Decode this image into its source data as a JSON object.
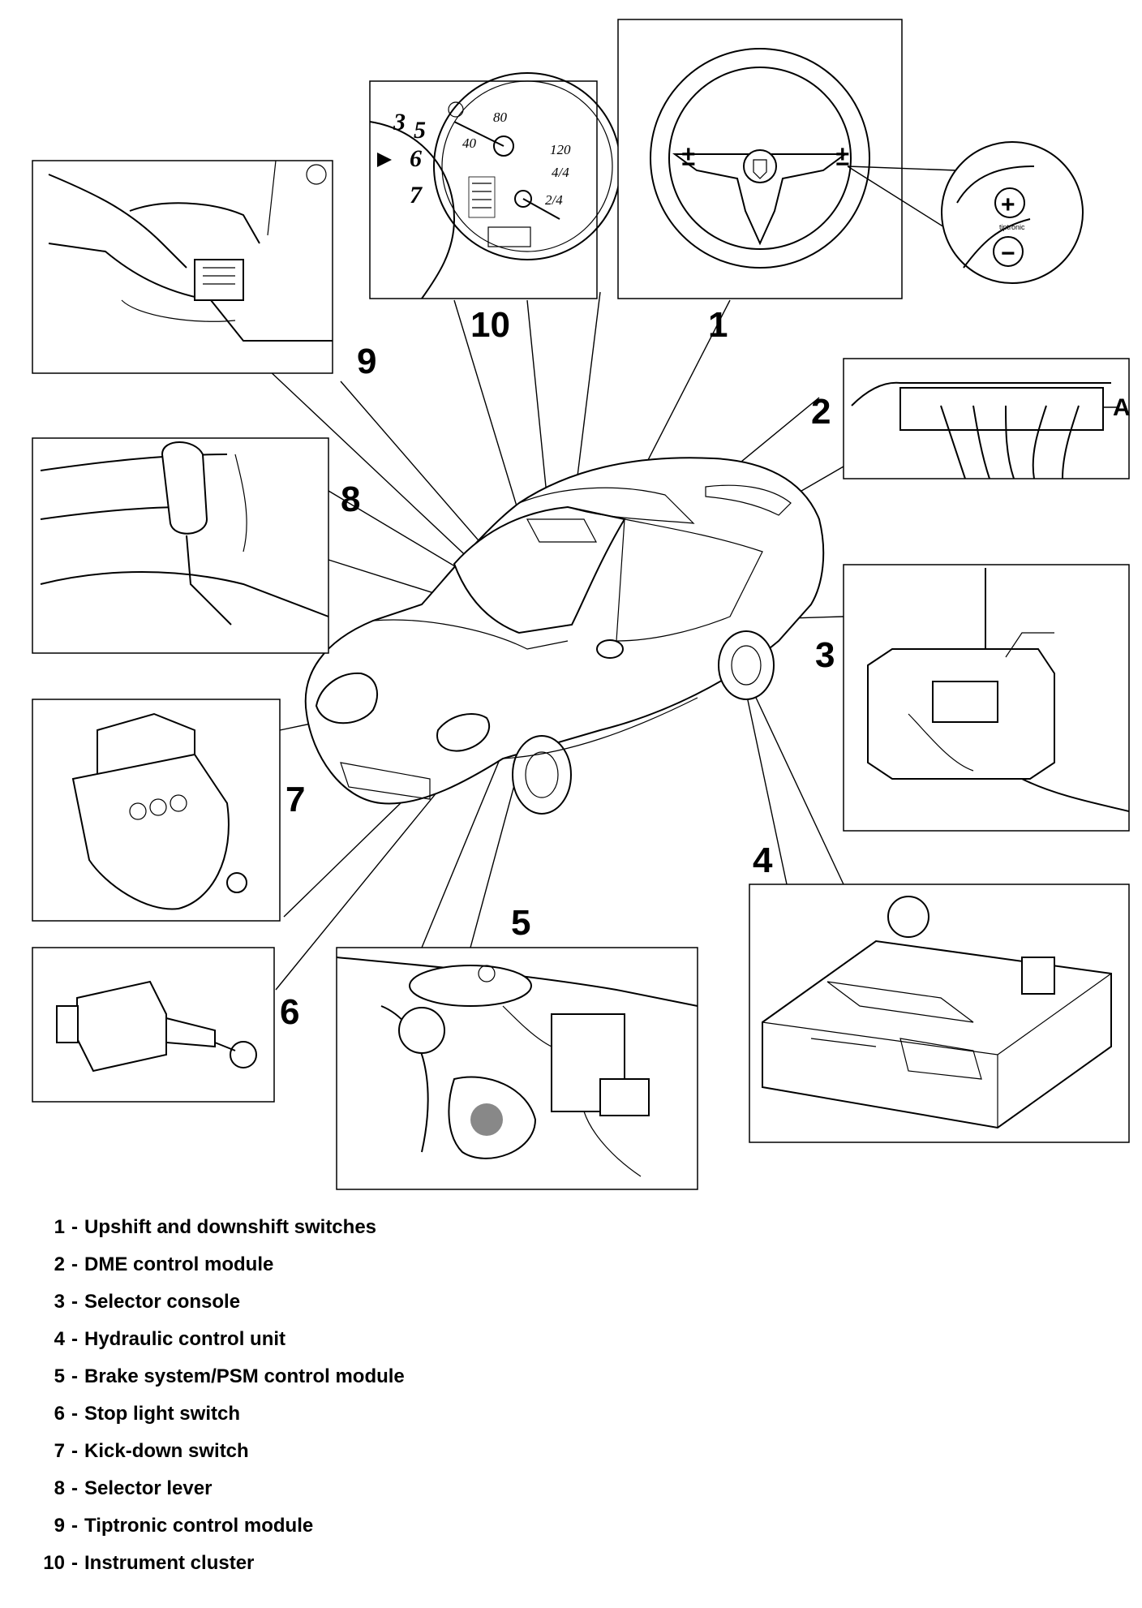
{
  "callouts": {
    "c1": "1",
    "c2": "2",
    "c3": "3",
    "c4": "4",
    "c5": "5",
    "c6": "6",
    "c7": "7",
    "c8": "8",
    "c9": "9",
    "c10": "10",
    "detail_a": "A"
  },
  "instrument_cluster": {
    "tach_3": "3",
    "tach_5": "5",
    "tach_6": "6",
    "tach_7": "7",
    "speed_40": "40",
    "speed_80": "80",
    "speed_120": "120",
    "speed_4_4": "4/4",
    "speed_2_4": "2/4"
  },
  "steering": {
    "plus": "+",
    "minus": "−",
    "tiptronic": "tiptronic"
  },
  "legend": [
    {
      "num": "1",
      "text": "Upshift and downshift switches"
    },
    {
      "num": "2",
      "text": "DME control module"
    },
    {
      "num": "3",
      "text": "Selector console"
    },
    {
      "num": "4",
      "text": "Hydraulic control unit"
    },
    {
      "num": "5",
      "text": "Brake system/PSM control module"
    },
    {
      "num": "6",
      "text": "Stop light switch"
    },
    {
      "num": "7",
      "text": "Kick-down switch"
    },
    {
      "num": "8",
      "text": "Selector lever"
    },
    {
      "num": "9",
      "text": "Tiptronic control module"
    },
    {
      "num": "10",
      "text": "Instrument cluster"
    }
  ],
  "legend_separator": "-"
}
